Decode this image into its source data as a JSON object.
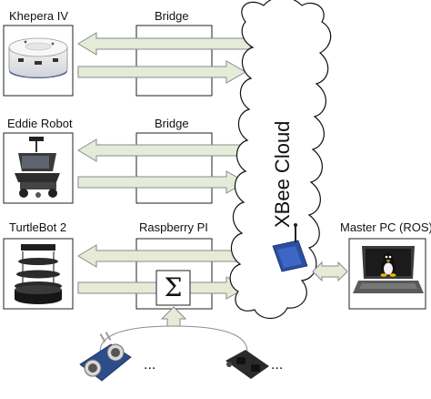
{
  "robots": [
    {
      "name": "Khepera IV",
      "image": "khepera-robot-photo"
    },
    {
      "name": "Eddie Robot",
      "image": "eddie-robot-photo"
    },
    {
      "name": "TurtleBot 2",
      "image": "turtlebot-photo"
    }
  ],
  "bridges": [
    "Bridge",
    "Bridge",
    "Raspberry PI"
  ],
  "cloud_label": "XBee Cloud",
  "master": {
    "name": "Master PC (ROS)",
    "icon": "linux-tux-icon",
    "device": "laptop"
  },
  "sum_symbol": "Σ",
  "sensors": {
    "items": [
      "ultrasonic-sensor-photo",
      "ir-distance-sensor-photo"
    ],
    "ellipsis_1": "...",
    "ellipsis_2": "..."
  },
  "colors": {
    "arrow_fill": "#e4ecd8",
    "arrow_stroke": "#8a8a8a",
    "xbee_module": "#2a4fa0"
  }
}
